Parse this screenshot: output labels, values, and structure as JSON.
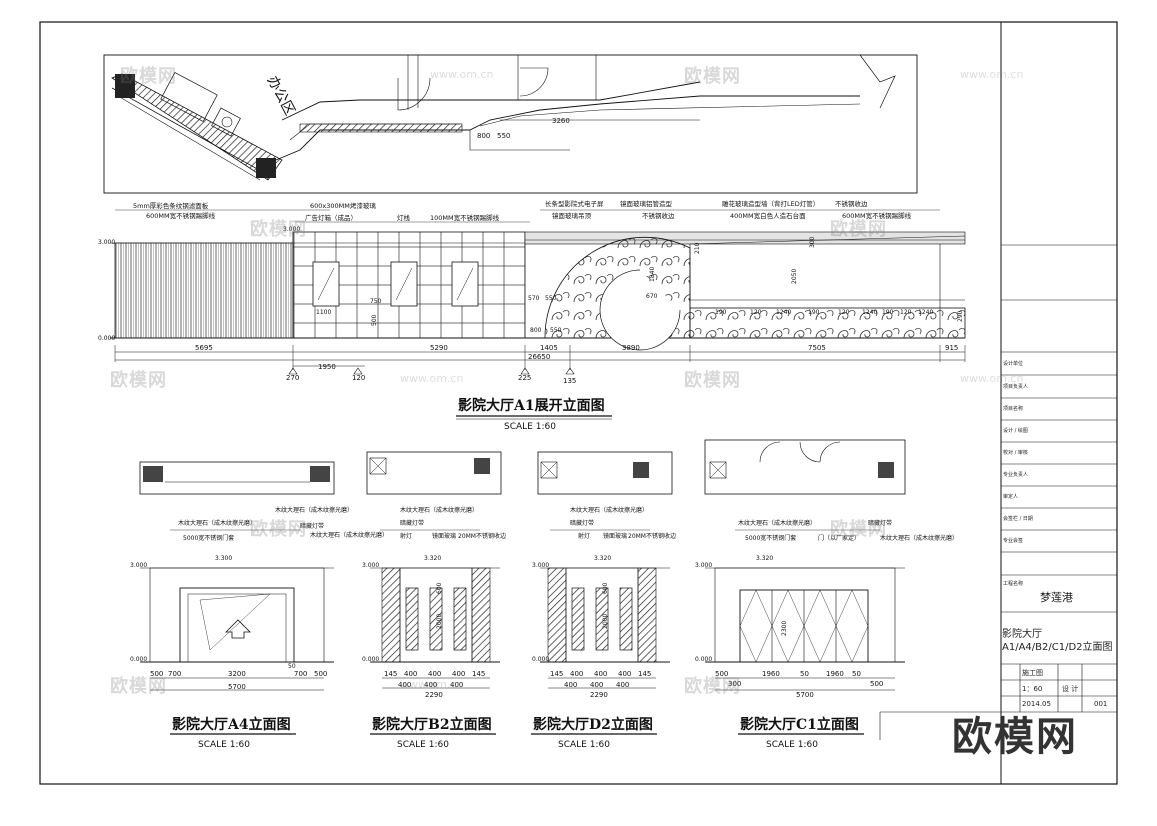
{
  "plan": {
    "area_label": "办公区",
    "dims": [
      "3260",
      "800",
      "550"
    ]
  },
  "a1": {
    "title": "影院大厅A1展开立面图",
    "scale": "SCALE  1:60",
    "level_top": "3.000",
    "level_bottom": "0.000",
    "notes": [
      "5mm厚彩色条纹钢滤面板",
      "600MM宽不锈钢踢脚线",
      "600x300MM烤漆玻璃",
      "广告灯箱（成品）",
      "灯栈",
      "100MM宽不锈钢踢脚线",
      "长条型影院式电子屏",
      "镜面玻璃吊顶",
      "镜面玻璃铝管造型",
      "不锈钢收边",
      "400MM宽白色人造石台面",
      "雕花玻璃造型墙（背打LED灯管）",
      "不锈钢收边",
      "600MM宽不锈钢踢脚线"
    ],
    "segment_dims": [
      "5695",
      "5290",
      "1405",
      "3890",
      "7505",
      "915"
    ],
    "total_dim": "26650",
    "sub_dims": [
      "270",
      "1950",
      "120",
      "225",
      "135"
    ],
    "inner_dims": [
      "1100",
      "570",
      "550",
      "800",
      "550",
      "1840",
      "670",
      "210",
      "300",
      "2050",
      "190",
      "120",
      "1240",
      "190",
      "120",
      "1240",
      "190",
      "120",
      "1240",
      "290",
      "3.000",
      "500",
      "750"
    ]
  },
  "a4": {
    "title": "影院大厅A4立面图",
    "scale": "SCALE  1:60",
    "level_top": "3.000",
    "level_bottom": "0.000",
    "ceiling": "3.300",
    "notes": [
      "木纹大理石（成木纹擦光磨）",
      "木纹大理石（成木纹擦光磨）",
      "5000宽不锈钢门套",
      "暗藏灯带",
      "木纹大理石（成木纹擦光磨）"
    ],
    "dims": [
      "500",
      "700",
      "3200",
      "700",
      "500"
    ],
    "total": "5700",
    "sub_dim": "50"
  },
  "b2": {
    "title": "影院大厅B2立面图",
    "scale": "SCALE  1:60",
    "level_top": "3.000",
    "level_bottom": "0.000",
    "ceiling": "3.320",
    "notes": [
      "木纹大理石（成木纹擦光磨）",
      "暗藏灯带",
      "射灯",
      "镜面玻璃",
      "20MM不锈钢收边"
    ],
    "dims_top": [
      "145",
      "400",
      "400",
      "400",
      "145"
    ],
    "dims_bottom": [
      "400",
      "400",
      "400"
    ],
    "total": "2290",
    "heights": [
      "600",
      "2000"
    ]
  },
  "d2": {
    "title": "影院大厅D2立面图",
    "scale": "SCALE  1:60",
    "level_top": "3.000",
    "level_bottom": "0.000",
    "ceiling": "3.320",
    "notes": [
      "木纹大理石（成木纹擦光磨）",
      "暗藏灯带",
      "射灯",
      "镜面玻璃",
      "20MM不锈钢收边"
    ],
    "dims_top": [
      "145",
      "400",
      "400",
      "400",
      "145"
    ],
    "dims_bottom": [
      "400",
      "400",
      "400"
    ],
    "total": "2290",
    "heights": [
      "600",
      "2000"
    ]
  },
  "c1": {
    "title": "影院大厅C1立面图",
    "scale": "SCALE  1:60",
    "level_top": "3.000",
    "level_bottom": "0.000",
    "ceiling": "3.320",
    "notes": [
      "木纹大理石（成木纹擦光磨）",
      "暗藏灯带",
      "5000宽不锈钢门套",
      "门（以厂家定）",
      "木纹大理石（成木纹擦光磨）"
    ],
    "dims": [
      "500",
      "300",
      "1960",
      "50",
      "1960",
      "50",
      "500"
    ],
    "total": "5700",
    "heights": [
      "2300"
    ]
  },
  "title_block": {
    "project_name": "梦莲港",
    "drawing_title": "影院大厅A1/A4/B2/C1/D2立面图",
    "scale_value": "1：60",
    "stage": "施工图",
    "date": "2014.05",
    "sheet_no": "001",
    "designer_short": "设 计",
    "small_rows": [
      "设计单位",
      "项目负责人",
      "项目名称",
      "设计 / 绘图",
      "校对 / 审核",
      "专业负责人",
      "审定人",
      "会签栏 / 日期",
      "专业会签",
      "工程名称"
    ]
  },
  "watermark": {
    "text": "欧模网",
    "url": "www.om.cn",
    "brand": "欧模网"
  },
  "colors": {
    "line": "#111111",
    "hatch": "#333333",
    "watermark": "#9a9a9a"
  }
}
